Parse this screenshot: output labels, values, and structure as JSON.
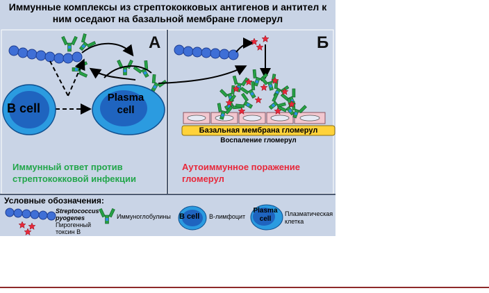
{
  "title_line1": "Иммунные комплексы из стрептококковых антигенов и антител к",
  "title_line2": "ним оседают на базальной мембране гломерул",
  "panel_a_letter": "А",
  "panel_b_letter": "Б",
  "b_cell_label": "B cell",
  "plasma_cell_line1": "Plasma",
  "plasma_cell_line2": "cell",
  "caption_a_line1": "Иммунный ответ против",
  "caption_a_line2": "стрептококковой инфекции",
  "caption_b_line1": "Аутоиммунное поражение",
  "caption_b_line2": "гломерул",
  "basement_membrane": "Базальная мембрана гломерул",
  "inflammation": "Воспаление гломерул",
  "legend": {
    "title": "Условные обозначения:",
    "strep_line1": "Streptococcus",
    "strep_line2": "pyogenes",
    "toxin_line1": "Пирогенный",
    "toxin_line2": "токсин В",
    "immunoglobulins": "Иммуноглобулины",
    "b_cell_icon": "B cell",
    "b_lymphocyte": "В-лимфоцит",
    "plasma_icon_line1": "Plasma",
    "plasma_icon_line2": "cell",
    "plasma_cell_line1": "Плазматическая",
    "plasma_cell_line2": "клетка"
  },
  "colors": {
    "background": "#c9d4e6",
    "bead": "#3f6fd6",
    "cell_outer": "#2b9be0",
    "cell_inner": "#1f64bf",
    "toxin": "#e8283a",
    "green_caption": "#22a64a",
    "red_caption": "#e8283a",
    "membrane": "#ffd23a"
  }
}
